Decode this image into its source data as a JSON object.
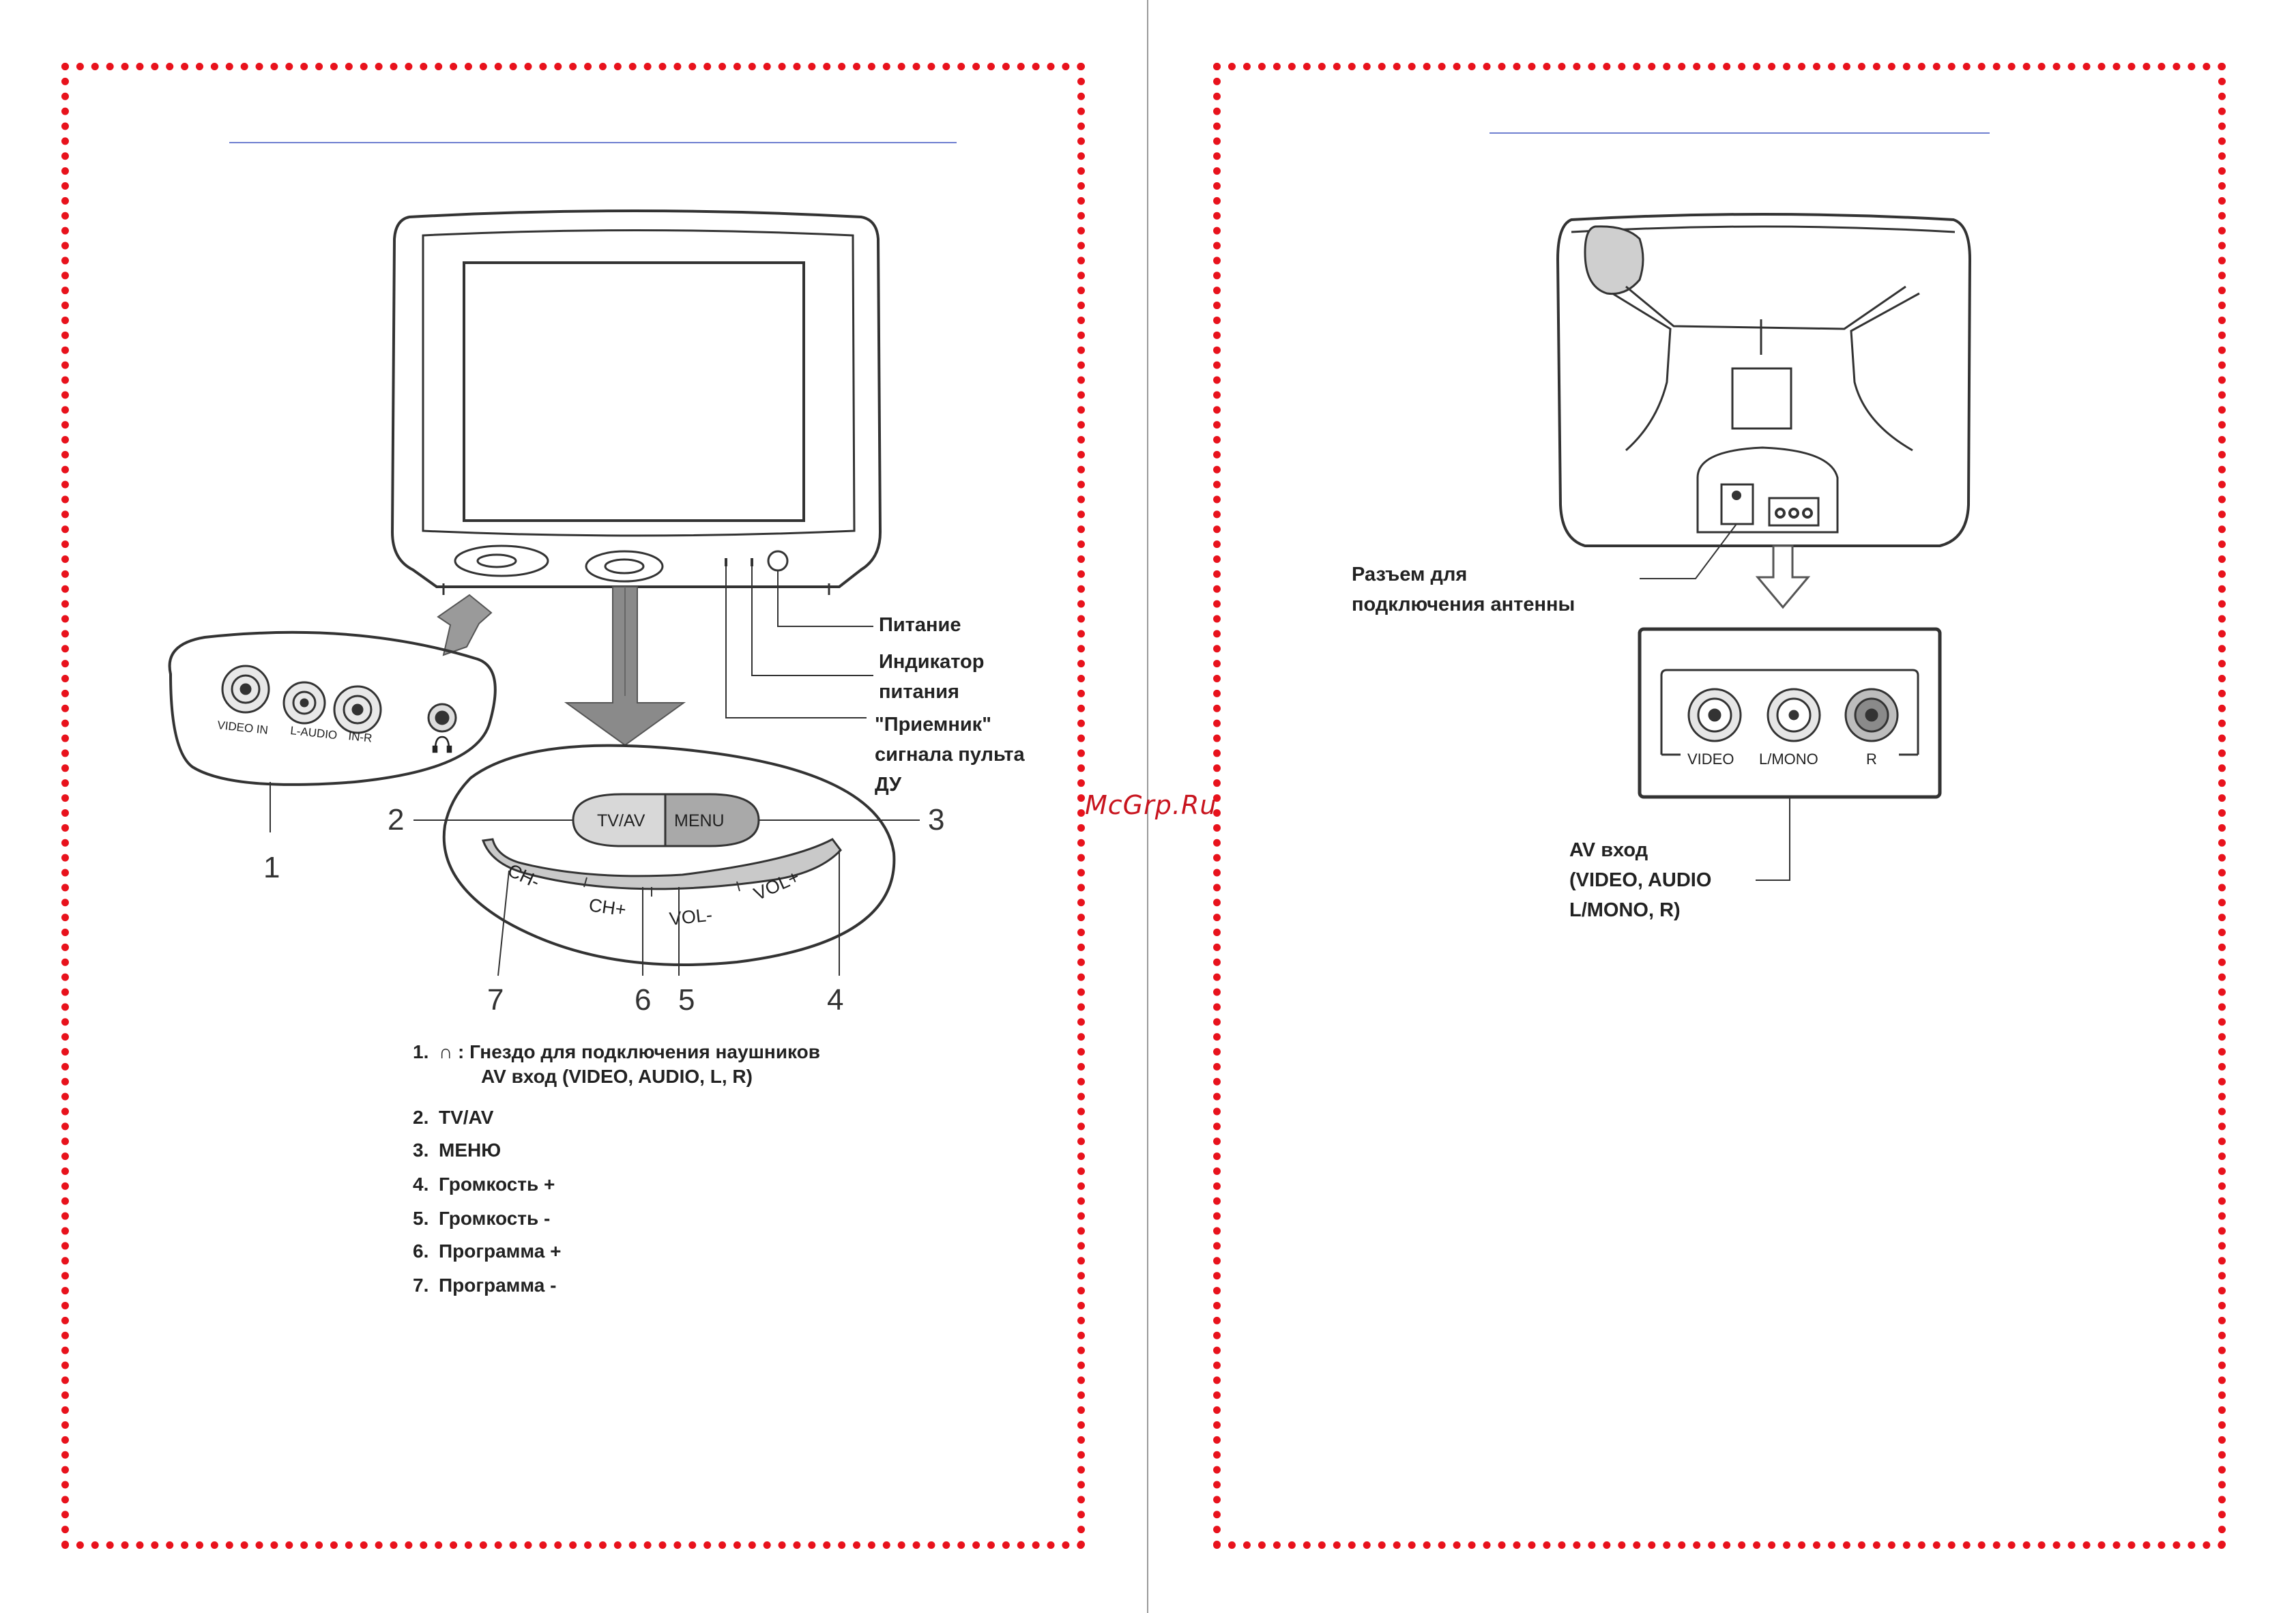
{
  "colors": {
    "frame": "#e8121c",
    "rule": "#6f7fd0",
    "watermark": "#c8141e",
    "line": "#333333"
  },
  "watermark": "McGrp.Ru",
  "left": {
    "front_panel": {
      "jacks": [
        "VIDEO IN",
        "L-AUDIO",
        "IN-R"
      ],
      "headphone_icon": "headphone-icon",
      "buttons": {
        "tvav": "TV/AV",
        "menu": "MENU"
      },
      "arc_buttons": [
        "CH-",
        "CH+",
        "VOL-",
        "VOL+"
      ],
      "callouts": [
        "1",
        "2",
        "3",
        "4",
        "5",
        "6",
        "7"
      ]
    },
    "labels": {
      "power": [
        "Питание"
      ],
      "indicator": [
        "Индикатор",
        "питания"
      ],
      "receiver": [
        "\"Приемник\"",
        "сигнала пульта",
        "ДУ"
      ]
    },
    "legend": [
      {
        "num": "1.",
        "icon": "headphone-icon",
        "lines": [
          "Гнездо для подключения наушников",
          "AV вход (VIDEO, AUDIO, L, R)"
        ]
      },
      {
        "num": "2.",
        "lines": [
          "TV/AV"
        ]
      },
      {
        "num": "3.",
        "lines": [
          "МЕНЮ"
        ]
      },
      {
        "num": "4.",
        "lines": [
          "Громкость +"
        ]
      },
      {
        "num": "5.",
        "lines": [
          "Громкость -"
        ]
      },
      {
        "num": "6.",
        "lines": [
          "Программа +"
        ]
      },
      {
        "num": "7.",
        "lines": [
          "Программа -"
        ]
      }
    ]
  },
  "right": {
    "antenna_label": [
      "Разъем для",
      "подключения антенны"
    ],
    "jacks": [
      "VIDEO",
      "L/MONO",
      "R"
    ],
    "av_label": [
      "AV вход",
      "(VIDEO, AUDIO",
      "L/MONO, R)"
    ]
  }
}
